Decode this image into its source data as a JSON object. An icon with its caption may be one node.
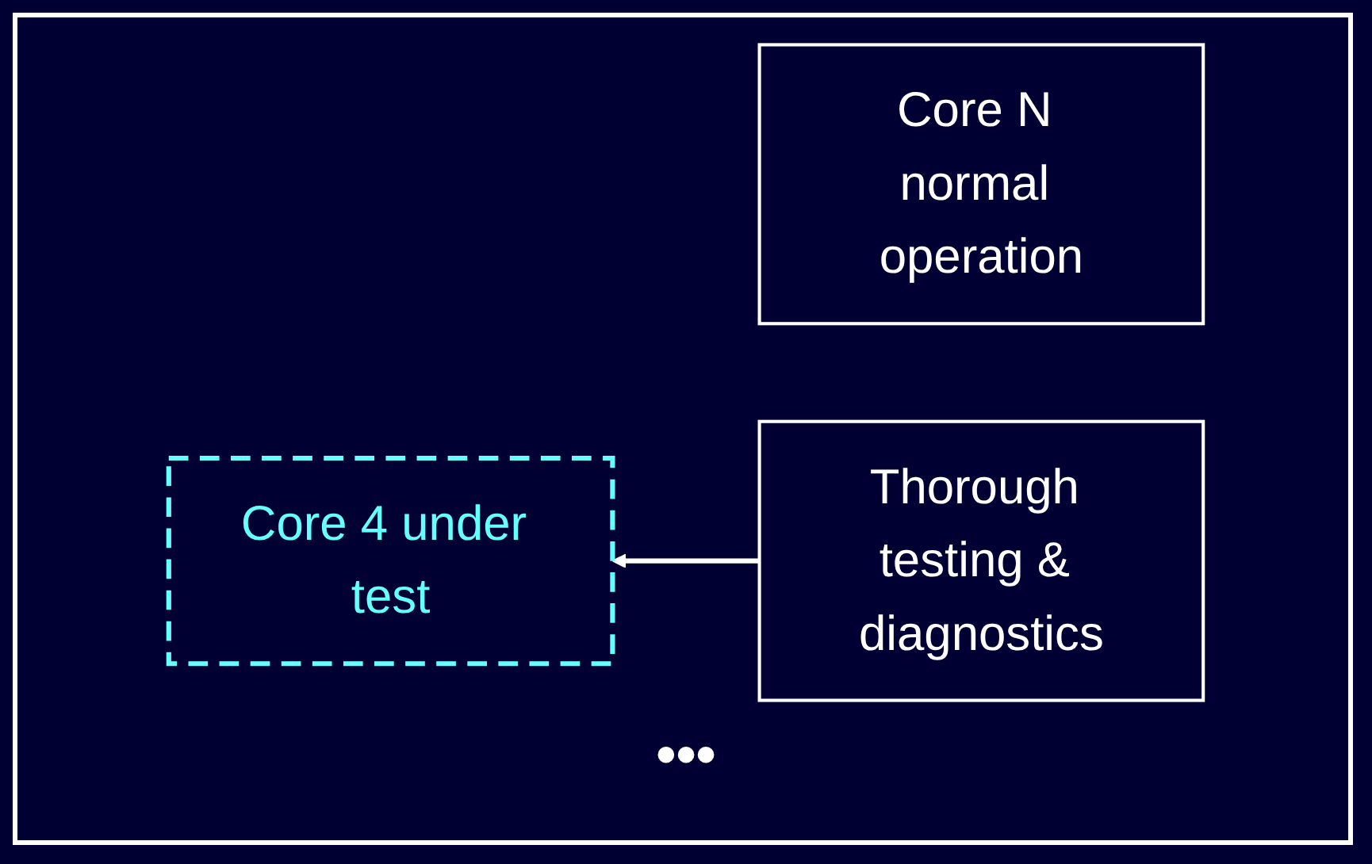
{
  "diagram": {
    "nodes": [
      {
        "text": [
          "Core 4 under test"
        ]
      },
      {
        "text": [
          "Core N normal operation"
        ]
      },
      {
        "text": [
          "Thorough testing & diagnostics"
        ]
      }
    ],
    "edges": [
      {
        "from": 2,
        "to": 0,
        "arrow": "to"
      }
    ],
    "labels": [
      "•••"
    ]
  }
}
